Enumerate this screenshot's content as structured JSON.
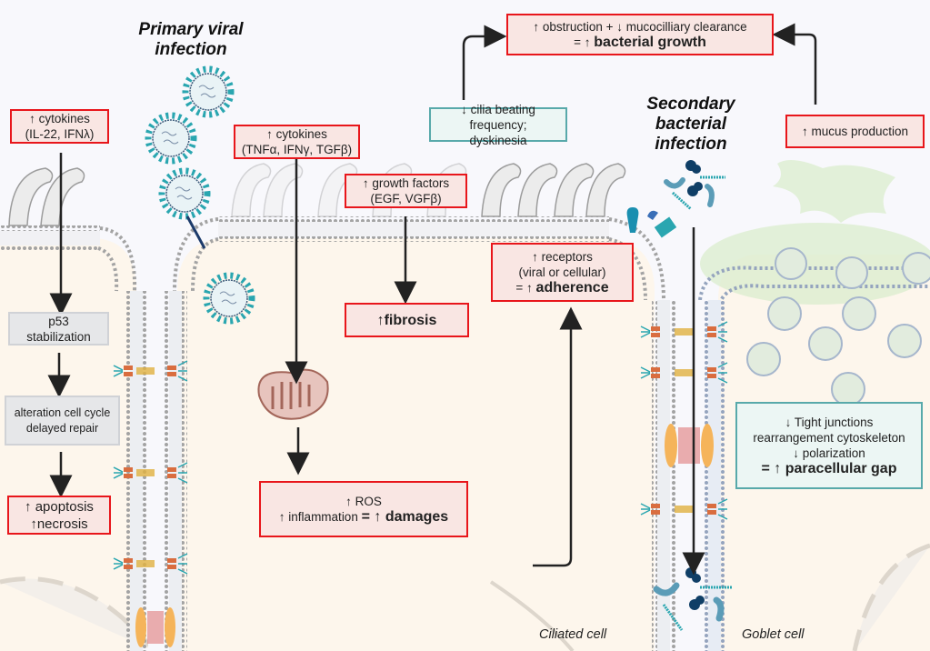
{
  "titles": {
    "primary": [
      "Primary viral",
      "infection"
    ],
    "secondary": [
      "Secondary",
      "bacterial",
      "infection"
    ]
  },
  "cell_labels": {
    "ciliated": "Ciliated cell",
    "goblet": "Goblet cell"
  },
  "boxes": {
    "cytokines_il22": {
      "line1": "↑ cytokines",
      "line2": "(IL-22, IFNλ)",
      "style": "red"
    },
    "p53": {
      "line1": "p53",
      "line2": "stabilization",
      "style": "grey"
    },
    "cell_cycle": {
      "line1": "alteration cell cycle",
      "line2": "delayed repair",
      "style": "grey"
    },
    "apoptosis": {
      "line1": "↑ apoptosis",
      "line2": "↑necrosis",
      "style": "red"
    },
    "cytokines_tnf": {
      "line1": "↑ cytokines",
      "line2": "(TNFα, IFNγ, TGFβ)",
      "style": "red"
    },
    "growth_factors": {
      "line1": "↑ growth factors",
      "line2": "(EGF, VGFβ)",
      "style": "red"
    },
    "fibrosis": {
      "line1": "↑fibrosis",
      "style": "red"
    },
    "ros": {
      "line1": "↑ ROS",
      "line2_prefix": "↑ inflammation ",
      "line2_eq": "= ↑ ",
      "line2_bold": "damages",
      "style": "red"
    },
    "cilia": {
      "line1": "↓ cilia beating frequency;",
      "line2": "dyskinesia",
      "style": "teal"
    },
    "bacterial_growth": {
      "line1": "↑ obstruction + ↓ mucocilliary clearance",
      "line2_prefix": "= ↑ ",
      "line2_bold": "bacterial growth",
      "style": "red"
    },
    "receptors": {
      "line1": "↑ receptors",
      "line2": "(viral or cellular)",
      "line3_prefix": "= ↑ ",
      "line3_bold": "adherence",
      "style": "red"
    },
    "mucus": {
      "line1": "↑ mucus production",
      "style": "red"
    },
    "tight_junctions": {
      "line1": "↓ Tight junctions",
      "line2": "rearrangement cytoskeleton",
      "line3": "↓ polarization",
      "line4": "= ↑ paracellular gap",
      "style": "teal"
    }
  },
  "colors": {
    "alert_border": "#e8161b",
    "alert_fill": "#f9e6e3",
    "teal_border": "#58a9aa",
    "teal_fill": "#ecf6f4",
    "neutral_fill": "#e6e7e9",
    "cytoplasm": "#fdf6ec",
    "membrane_dot": "#9a9a9a",
    "virus": "#2aa6b0",
    "bacteria_dark": "#0f3e66",
    "mucus": "#dcedcf"
  },
  "icons": {
    "virus": "virus-icon",
    "mitochondrion": "damaged-mitochondrion-icon",
    "bacteria": "bacteria-icon",
    "receptor": "receptor-icon",
    "tight_junction": "tight-junction-icon",
    "desmosome": "desmosome-icon",
    "cilia": "cilia-icon",
    "mucus_vesicle": "mucus-vesicle-icon"
  }
}
